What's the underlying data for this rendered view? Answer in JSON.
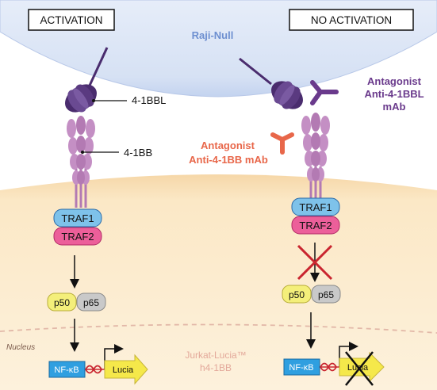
{
  "panels": {
    "left_label": "ACTIVATION",
    "right_label": "NO ACTIVATION"
  },
  "cells": {
    "top_cell": "Raji-Null",
    "bottom_cell_line1": "Jurkat-Lucia™",
    "bottom_cell_line2": "h4-1BB",
    "nucleus": "Nucleus"
  },
  "labels": {
    "ligand": "4-1BBL",
    "receptor": "4-1BB",
    "antagonist_4_1bbl_line1": "Antagonist",
    "antagonist_4_1bbl_line2": "Anti-4-1BBL",
    "antagonist_4_1bbl_line3": "mAb",
    "antagonist_4_1bb_line1": "Antagonist",
    "antagonist_4_1bb_line2": "Anti-4-1BB mAb"
  },
  "signaling": {
    "traf1": "TRAF1",
    "traf2": "TRAF2",
    "p50": "p50",
    "p65": "p65",
    "nfkb": "NF-κB",
    "reporter": "Lucia"
  },
  "colors": {
    "top_cell_fill": "#dce6f5",
    "top_cell_text": "#6d8fd0",
    "bottom_cell_fill": "#fdf2de",
    "ligand_purple": "#4a2c6e",
    "receptor_pink": "#c48fc4",
    "traf1_blue": "#7ec2ea",
    "traf2_pink": "#ec5f9a",
    "antibody_orange": "#e8674a",
    "antagonist_purple": "#6a3a8c",
    "block_red": "#c9252f",
    "p50_yellow": "#f4ef7a",
    "p65_gray": "#c9c9c9",
    "nfkb_blue": "#2f9fe0",
    "lucia_yellow": "#f5e84a"
  }
}
